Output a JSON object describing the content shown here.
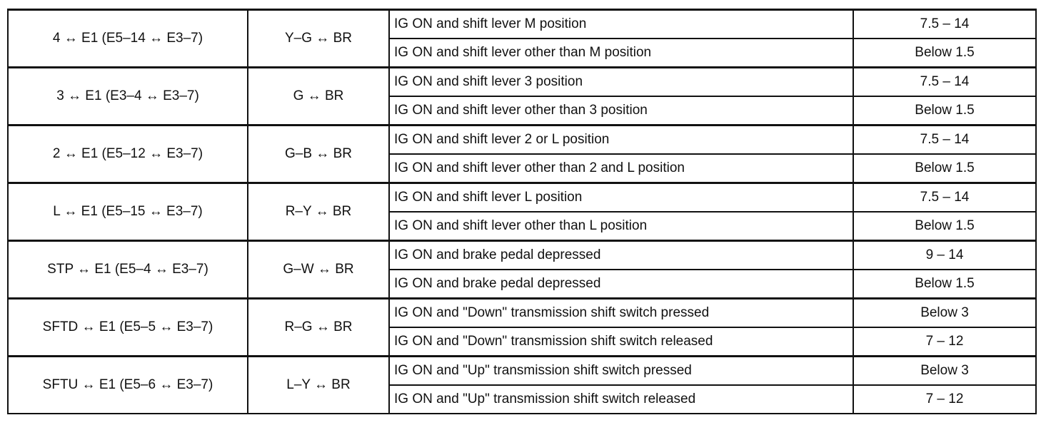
{
  "table": {
    "groups": [
      {
        "terminal": "4 ↔ E1 (E5–14 ↔ E3–7)",
        "wire": "Y–G ↔ BR",
        "rows": [
          {
            "condition": "IG ON and shift lever M position",
            "spec": "7.5 – 14"
          },
          {
            "condition": "IG ON and shift lever other than M position",
            "spec": "Below 1.5"
          }
        ]
      },
      {
        "terminal": "3 ↔ E1 (E3–4 ↔ E3–7)",
        "wire": "G ↔ BR",
        "rows": [
          {
            "condition": "IG ON and shift lever 3 position",
            "spec": "7.5 – 14"
          },
          {
            "condition": "IG ON and shift lever other than 3 position",
            "spec": "Below 1.5"
          }
        ]
      },
      {
        "terminal": "2 ↔ E1 (E5–12 ↔ E3–7)",
        "wire": "G–B ↔ BR",
        "rows": [
          {
            "condition": "IG ON and shift lever 2 or L position",
            "spec": "7.5 – 14"
          },
          {
            "condition": "IG ON and shift lever other than 2 and L position",
            "spec": "Below 1.5"
          }
        ]
      },
      {
        "terminal": "L ↔ E1 (E5–15 ↔ E3–7)",
        "wire": "R–Y ↔ BR",
        "rows": [
          {
            "condition": "IG ON and shift lever L position",
            "spec": "7.5 – 14"
          },
          {
            "condition": "IG ON and shift lever other than L position",
            "spec": "Below 1.5"
          }
        ]
      },
      {
        "terminal": "STP ↔ E1 (E5–4 ↔ E3–7)",
        "wire": "G–W ↔ BR",
        "rows": [
          {
            "condition": "IG ON and brake pedal depressed",
            "spec": "9 – 14"
          },
          {
            "condition": "IG ON and brake pedal depressed",
            "spec": "Below 1.5"
          }
        ]
      },
      {
        "terminal": "SFTD ↔ E1 (E5–5 ↔ E3–7)",
        "wire": "R–G ↔ BR",
        "rows": [
          {
            "condition": "IG ON and \"Down\" transmission shift switch pressed",
            "spec": "Below 3"
          },
          {
            "condition": "IG ON and \"Down\" transmission shift switch released",
            "spec": "7 – 12"
          }
        ]
      },
      {
        "terminal": "SFTU ↔ E1 (E5–6 ↔ E3–7)",
        "wire": "L–Y ↔ BR",
        "rows": [
          {
            "condition": "IG ON and \"Up\" transmission shift switch pressed",
            "spec": "Below 3"
          },
          {
            "condition": "IG ON and \"Up\" transmission shift switch released",
            "spec": "7 – 12"
          }
        ]
      }
    ]
  }
}
